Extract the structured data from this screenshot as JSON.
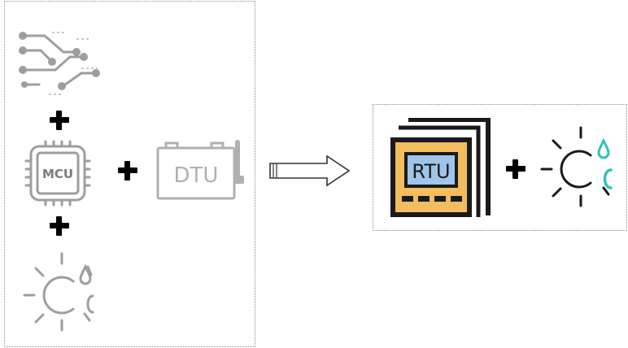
{
  "left_group": {
    "mcu_chip": {
      "label": "MCU"
    },
    "dtu_module": {
      "label": "DTU"
    }
  },
  "right_group": {
    "rtu_device": {
      "label": "RTU"
    }
  },
  "colors": {
    "left_icons": "#9e9e9e",
    "plus": "#000000",
    "rtu_body": "#f2bd5e",
    "rtu_screen": "#9fc5e8",
    "rtu_frame": "#1a1a1a",
    "sensor_dark": "#1a1a1a",
    "sensor_accent": "#2ec4b6"
  },
  "icons": [
    "circuit-traces-icon",
    "mcu-chip-icon",
    "dtu-module-icon",
    "weather-sensor-icon",
    "arrow-right-icon",
    "rtu-device-icon"
  ]
}
